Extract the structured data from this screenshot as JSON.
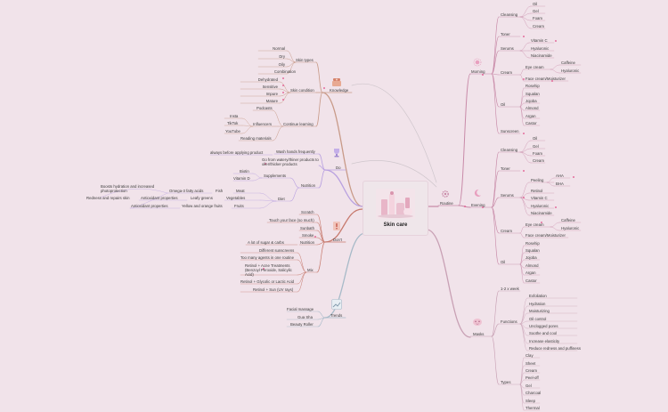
{
  "colors": {
    "background": "#f1e3ea",
    "knowledge": "#c89a88",
    "do": "#b8a0e0",
    "dont": "#c77a6e",
    "trends": "#a7bac8",
    "routine": "#c88aa8",
    "masks": "#c8a0b4",
    "marker_pink": "#e04a86"
  },
  "center": {
    "title": "Skin care"
  },
  "knowledge": {
    "label": "Knowledge",
    "skin_types": {
      "label": "Skin types",
      "items": [
        "Normal",
        "Dry",
        "Oily",
        "Combination"
      ]
    },
    "skin_condition": {
      "label": "Skin condition",
      "items": [
        "Dehydrated",
        "Sensitive",
        "Impure",
        "Mature"
      ]
    },
    "continue_learning": {
      "label": "Continue learning",
      "podcasts": "Podcasts",
      "influencers": {
        "label": "Influencers",
        "items": [
          "Insta",
          "TikTok",
          "YouTube"
        ]
      },
      "reading": "Reading materials"
    }
  },
  "do": {
    "label": "Do",
    "items": [
      "Wash hands frequently",
      "always before applying product"
    ],
    "go_from": "Go from watery/thiner products to oiler/thicker products",
    "nutrition": {
      "label": "Nutrition",
      "supplements": {
        "label": "Supplements",
        "items": [
          "Biotin",
          "Vitamin D"
        ]
      },
      "diet": {
        "label": "Diet",
        "meat": "Meat",
        "fish": "Fish",
        "omega": "Omega-3 fatty acids",
        "boosts": "Boosts hydration and increased photoprotection",
        "vegetables": "Vegetables",
        "leafy": "Leafy greens",
        "antioxidant": "Antioxidant properties",
        "redness": "Redness and repairs skin",
        "fruits": "Fruits",
        "yellow": "Yellow and orange fruits",
        "antioxidant2": "Antioxidant properties"
      }
    }
  },
  "dont": {
    "label": "Don't",
    "items": [
      "Scratch",
      "Touch your face (so much)",
      "Sunbath",
      "Smoke"
    ],
    "nutrition": {
      "label": "Nutrition",
      "item": "A lot of sugar & carbs"
    },
    "mix": {
      "label": "Mix",
      "items": [
        "Different sunscreens",
        "Too many agents in one routine",
        "Retinol + Acne Treatments (Benzoyl Peroxide, Salicylic Acid)",
        "Retinol + Glycolic or Lactic Acid",
        "Retinol + Sun (UV rays)"
      ]
    }
  },
  "trends": {
    "label": "Trends",
    "items": [
      "Facial massage",
      "Gua Sha",
      "Beauty Roller"
    ]
  },
  "routine": {
    "label": "Routine",
    "morning": {
      "label": "Morning",
      "cleansing": {
        "label": "Cleansing",
        "items": [
          "Oil",
          "Gel",
          "Foam",
          "Cream"
        ]
      },
      "toner": "Toner",
      "serums": {
        "label": "Serums",
        "items": [
          "Vitamin C",
          "Hyaluronic",
          "Niacinamide"
        ]
      },
      "cream": {
        "label": "Cream",
        "eye": "Eye cream",
        "caffeine": "Caffeine",
        "hyaluronic": "Hyaluronic",
        "face": "Face cream/Moisturizer"
      },
      "oil": {
        "label": "Oil",
        "items": [
          "Rosehip",
          "Squalan",
          "Jojoba",
          "Almond",
          "Argan",
          "Castor"
        ]
      },
      "sunscreen": "Sunscreen"
    },
    "evening": {
      "label": "Evening",
      "cleansing": {
        "label": "Cleansing",
        "items": [
          "Oil",
          "Gel",
          "Foam",
          "Cream"
        ]
      },
      "toner": "Toner",
      "serums": {
        "label": "Serums",
        "peeling": "Peeling",
        "aha": "AHA",
        "bha": "BHA",
        "items": [
          "Retinol",
          "Vitamin C",
          "Hyaluronic",
          "Niacinamide"
        ]
      },
      "cream": {
        "label": "Cream",
        "eye": "Eye cream",
        "caffeine": "Caffeine",
        "hyaluronic": "Hyaluronic",
        "face": "Face cream/Moisturizer"
      },
      "oil": {
        "label": "Oil",
        "items": [
          "Rosehip",
          "Squalan",
          "Jojoba",
          "Almond",
          "Argan",
          "Castor"
        ]
      }
    }
  },
  "masks": {
    "label": "Masks",
    "frequency": "1-2 x week",
    "functions": {
      "label": "Functions",
      "items": [
        "Exfoliation",
        "Hydration",
        "Moisturizing",
        "Oil control",
        "Unclogged pores",
        "Soothe and cool",
        "Increase elasticity",
        "Reduce redness and puffiness"
      ]
    },
    "types": {
      "label": "Types",
      "items": [
        "Clay",
        "Sheet",
        "Cream",
        "Peel-off",
        "Gel",
        "Charcoal",
        "Sleep",
        "Thermal"
      ]
    }
  }
}
